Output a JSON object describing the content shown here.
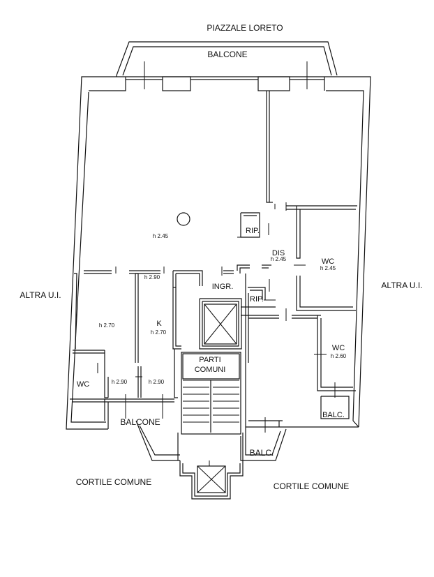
{
  "labels": {
    "street": "PIAZZALE LORETO",
    "balcone_top": "BALCONE",
    "altra_left": "ALTRA U.I.",
    "altra_right": "ALTRA U.I.",
    "rip_upper": "RIP.",
    "rip_lower": "RIP.",
    "dis": "DIS",
    "ingr": "INGR.",
    "wc_right": "WC",
    "wc_right2": "WC",
    "wc_left": "WC",
    "k": "K",
    "parti": "PARTI",
    "comuni": "COMUNI",
    "balcone_bottom": "BALCONE",
    "balc_center": "BALC.",
    "balc_right": "BALC.",
    "cortile_left": "CORTILE COMUNE",
    "cortile_right": "CORTILE COMUNE"
  },
  "heights": {
    "main_room": "h 2.45",
    "dis": "h 2.45",
    "wc_right": "h 2.45",
    "left_room": "h 2.70",
    "kitchen": "h 2.70",
    "wc_right2": "h 2.60",
    "wc_left": "h 2.90",
    "kitchen_bottom": "h 2.90",
    "kitchen_top": "h 2.90"
  }
}
